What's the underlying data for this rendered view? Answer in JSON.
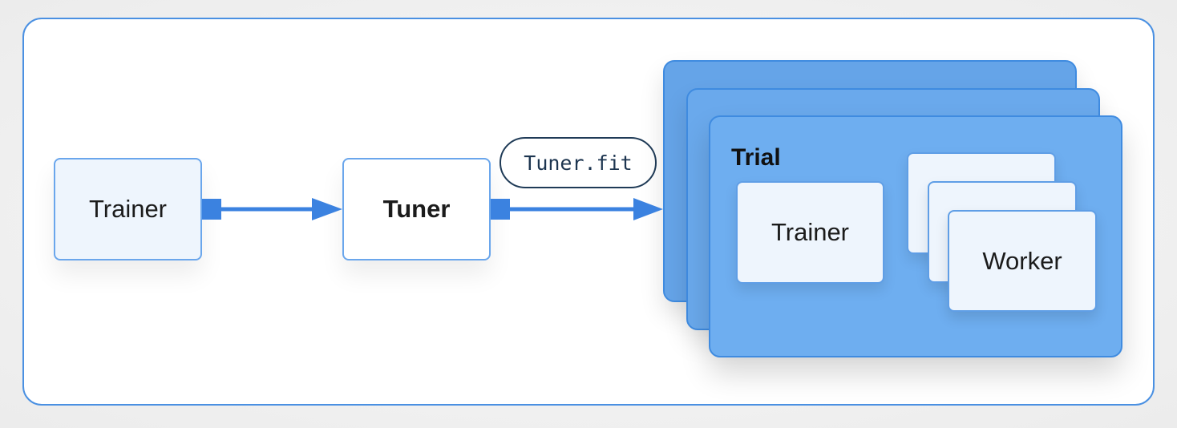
{
  "diagram": {
    "nodes": {
      "trainer_left": {
        "label": "Trainer"
      },
      "tuner": {
        "label": "Tuner"
      },
      "trial": {
        "label": "Trial"
      },
      "trial_trainer": {
        "label": "Trainer"
      },
      "worker": {
        "label": "Worker"
      }
    },
    "edges": {
      "tuner_fit_label": "Tuner.fit"
    },
    "colors": {
      "frame_border": "#4a90e2",
      "arrow": "#3b82e0",
      "trial_fill": "#6eaef0",
      "node_fill": "#eef5fd"
    }
  }
}
